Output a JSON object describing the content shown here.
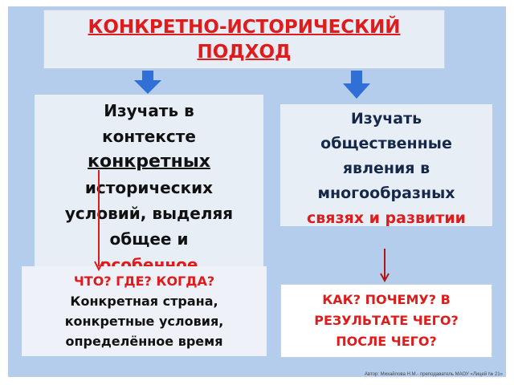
{
  "title": {
    "line1": "КОНКРЕТНО-ИСТОРИЧЕСКИЙ ",
    "line2": "ПОДХОД"
  },
  "left_panel": {
    "line1": "Изучать в",
    "line2": "контексте",
    "line3": "конкретных",
    "line4": "исторических",
    "line5": "условий, выделяя",
    "line6": "общее и",
    "line7": "особенное"
  },
  "left_box": {
    "questions": "ЧТО? ГДЕ? КОГДА?",
    "line1": "Конкретная страна,",
    "line2": "конкретные условия,",
    "line3": "определённое время"
  },
  "right_panel": {
    "line1": "Изучать",
    "line2": "общественные",
    "line3": "явления в",
    "line4": "многообразных",
    "line5": "связях и развитии"
  },
  "right_box": {
    "line1": "КАК? ПОЧЕМУ? В",
    "line2": "РЕЗУЛЬТАТЕ ЧЕГО?",
    "line3": "ПОСЛЕ ЧЕГО?"
  },
  "footer": "Автор: Михайлова Н.М.- преподаватель МАОУ «Лицей № 21»",
  "colors": {
    "background": "#b4cdec",
    "accent_red": "#e01b1b",
    "arrow_blue": "#2f6fd6"
  }
}
